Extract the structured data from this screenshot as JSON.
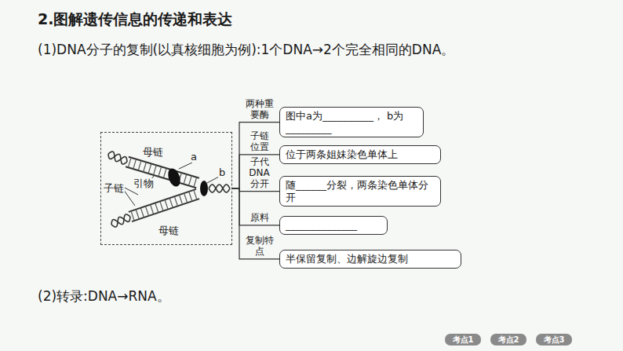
{
  "diagram": {
    "title": "2.图解遗传信息的传递和表达",
    "nodes": [
      {
        "text": [
          "母链",
          "a",
          "b",
          "子链",
          "引物",
          "母链"
        ]
      },
      {
        "text": [
          "图中a为__________， b为_________"
        ]
      },
      {
        "text": [
          "位于两条姐妹染色单体上"
        ]
      },
      {
        "text": [
          "随______分裂，两条染色单体分开"
        ]
      },
      {
        "text": [
          "______________"
        ]
      },
      {
        "text": [
          "半保留复制、边解旋边复制"
        ]
      }
    ],
    "edges": [
      {
        "from": 0,
        "to": 1,
        "arrow": "none",
        "label": "两种重要酶"
      },
      {
        "from": 0,
        "to": 2,
        "arrow": "none",
        "label": "子链位置"
      },
      {
        "from": 0,
        "to": 3,
        "arrow": "none",
        "label": "子代DNA分开"
      },
      {
        "from": 0,
        "to": 4,
        "arrow": "none",
        "label": "原料"
      },
      {
        "from": 0,
        "to": 5,
        "arrow": "none",
        "label": "复制特点"
      }
    ],
    "labels": [
      "(1)DNA分子的复制(以真核细胞为例):1个DNA→2个完全相同的DNA。",
      "(2)转录:DNA→RNA。",
      "考点1",
      "考点2",
      "考点3"
    ]
  }
}
